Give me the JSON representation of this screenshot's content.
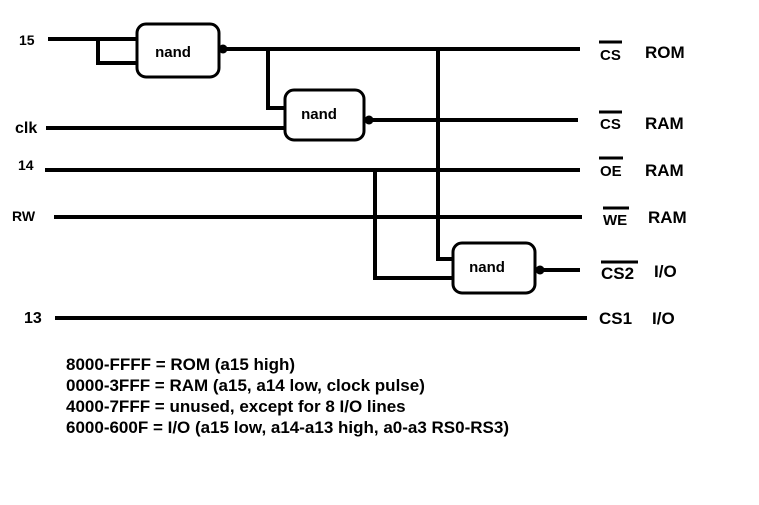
{
  "inputs": {
    "a15": "15",
    "clk": "clk",
    "a14": "14",
    "rw": "RW",
    "a13": "13"
  },
  "gates": {
    "gate1": "nand",
    "gate2": "nand",
    "gate3": "nand"
  },
  "outputs": {
    "rom_cs": {
      "signal": "CS",
      "device": "ROM"
    },
    "ram_cs": {
      "signal": "CS",
      "device": "RAM"
    },
    "ram_oe": {
      "signal": "OE",
      "device": "RAM"
    },
    "ram_we": {
      "signal": "WE",
      "device": "RAM"
    },
    "io_cs2": {
      "signal": "CS2",
      "device": "I/O"
    },
    "io_cs1": {
      "signal": "CS1",
      "device": "I/O"
    }
  },
  "notes": [
    "8000-FFFF = ROM (a15 high)",
    "0000-3FFF = RAM (a15, a14 low, clock pulse)",
    "4000-7FFF = unused, except for 8 I/O lines",
    "6000-600F = I/O (a15 low, a14-a13 high, a0-a3 RS0-RS3)"
  ]
}
